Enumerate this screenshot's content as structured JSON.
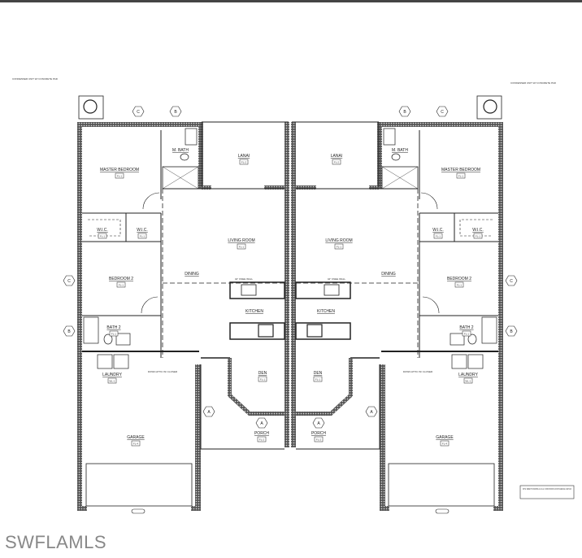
{
  "watermark": "SWFLAMLS",
  "rooms": [
    {
      "name": "master-bedroom",
      "label": "MASTER BEDROOM",
      "tag": "FL-1"
    },
    {
      "name": "master-bath",
      "label": "M. BATH",
      "tag": ""
    },
    {
      "name": "lanai",
      "label": "LANAI",
      "tag": "FL-2"
    },
    {
      "name": "wic-1",
      "label": "W.I.C.",
      "tag": "FL-1"
    },
    {
      "name": "wic-2",
      "label": "W.I.C.",
      "tag": "FL-1"
    },
    {
      "name": "living-room",
      "label": "LIVING ROOM",
      "tag": "FL-1"
    },
    {
      "name": "dining",
      "label": "DINING",
      "tag": ""
    },
    {
      "name": "bedroom-2",
      "label": "BEDROOM 2",
      "tag": "FL-1"
    },
    {
      "name": "kitchen",
      "label": "KITCHEN",
      "tag": ""
    },
    {
      "name": "bath-2",
      "label": "BATH 2",
      "tag": "FL-1"
    },
    {
      "name": "laundry",
      "label": "LAUNDRY",
      "tag": "WL-1"
    },
    {
      "name": "den",
      "label": "DEN",
      "tag": "FL-1"
    },
    {
      "name": "porch",
      "label": "PORCH",
      "tag": "FL-2"
    },
    {
      "name": "garage",
      "label": "GARAGE",
      "tag": "FL-4"
    }
  ],
  "markers": [
    "C",
    "B",
    "C",
    "B",
    "A",
    "A"
  ],
  "notes": {
    "condenser": "CONDENSER UNIT W/ CONCRETE PAD",
    "knee_wall": "42\" KNEE WALL",
    "attic": "DOWN ATTIC W/ CLOSER",
    "sheet_note": "NOTE: REFER TO DRAWING A1.1 & A2.1 FOR WINDOW & DOOR SCHEDULE & DETAILS"
  }
}
